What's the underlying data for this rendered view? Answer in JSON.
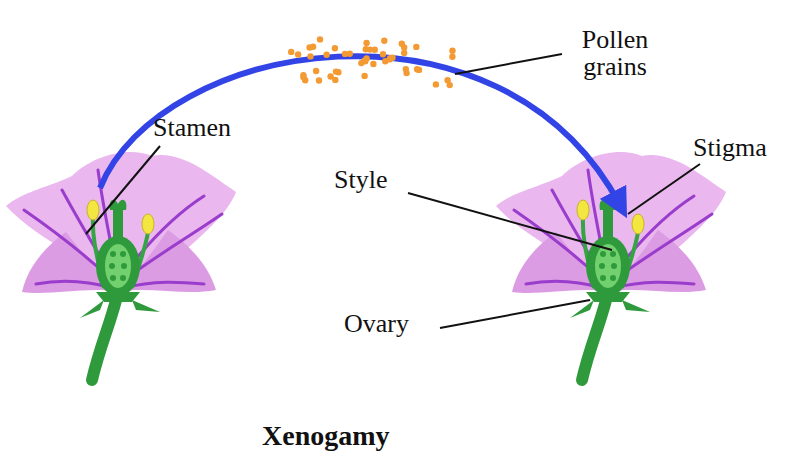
{
  "diagram": {
    "caption": "Xenogamy",
    "labels": [
      "Pollen grains",
      "Stamen",
      "Stigma",
      "Style",
      "Ovary"
    ]
  }
}
